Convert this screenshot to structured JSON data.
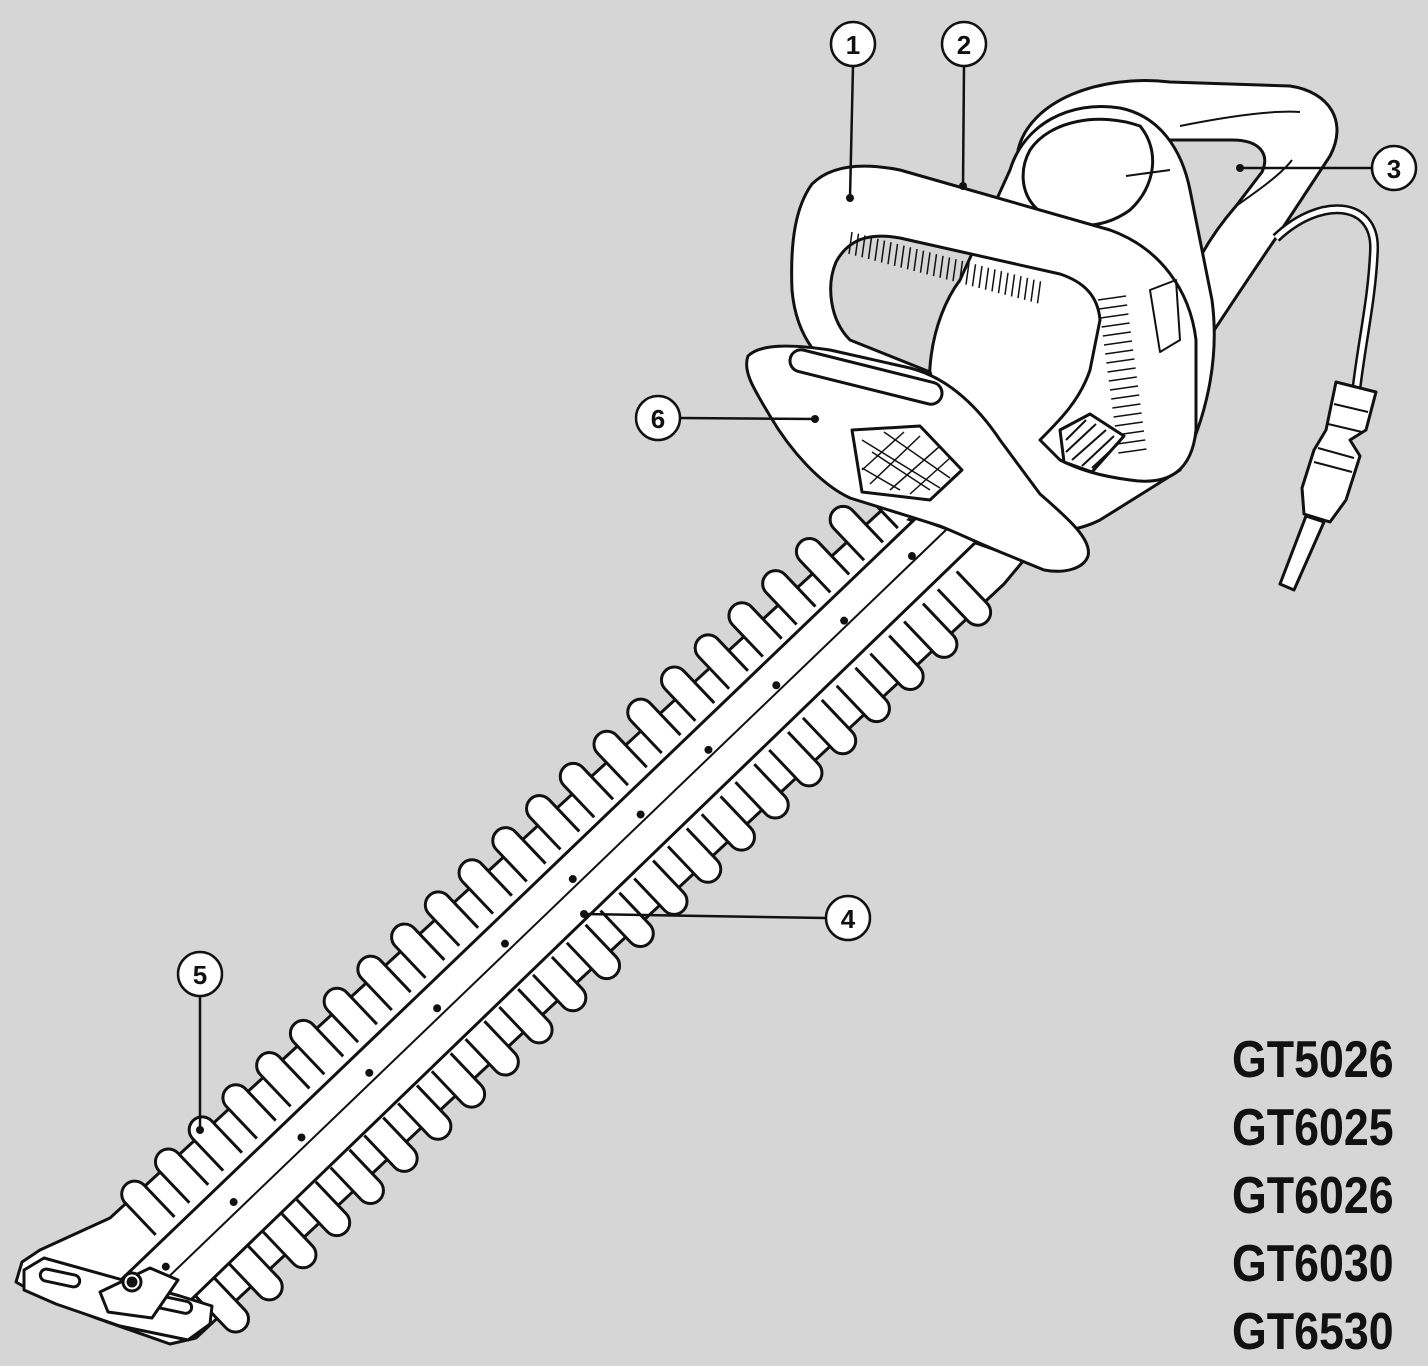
{
  "callouts": [
    "1",
    "2",
    "3",
    "4",
    "5",
    "6"
  ],
  "models": [
    "GT5026",
    "GT6025",
    "GT6026",
    "GT6030",
    "GT6530"
  ],
  "colors": {
    "background": "#d6d6d6",
    "drawing_fill": "#ffffff",
    "line": "#111111"
  }
}
